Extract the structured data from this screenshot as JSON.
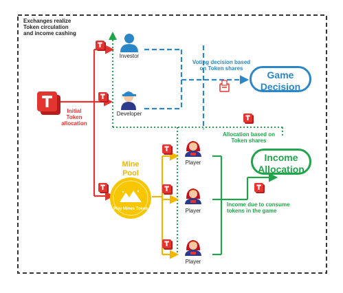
{
  "header": {
    "note_lines": [
      "Exchanges realize",
      "Token circulation",
      "and income cashing"
    ]
  },
  "initial": {
    "lines": [
      "Initial",
      "Token",
      "allocation"
    ]
  },
  "roles": {
    "investor": "Investor",
    "developer": "Developer",
    "player": "Player"
  },
  "voting": {
    "lines": [
      "Voting decision based",
      "on Token shares"
    ]
  },
  "game_decision": {
    "lines": [
      "Game",
      "Decision"
    ]
  },
  "allocation_shares": {
    "lines": [
      "Allocation based on",
      "Token shares"
    ]
  },
  "income_allocation": {
    "lines": [
      "Income",
      "Allocation"
    ]
  },
  "income_consume": {
    "lines": [
      "Income due to consume",
      "tokens in the game"
    ]
  },
  "mine_pool": {
    "lines": [
      "Mine",
      "Pool"
    ],
    "token_label": "Play Mines Token"
  },
  "colors": {
    "red": "#e3342f",
    "blue": "#2a86c6",
    "green": "#1fa44a",
    "yellow": "#f7c600",
    "border": "#333333"
  },
  "icons": [
    "token-icon",
    "investor-icon",
    "developer-icon",
    "player-icon",
    "ballot-box-icon",
    "mountain-icon"
  ]
}
